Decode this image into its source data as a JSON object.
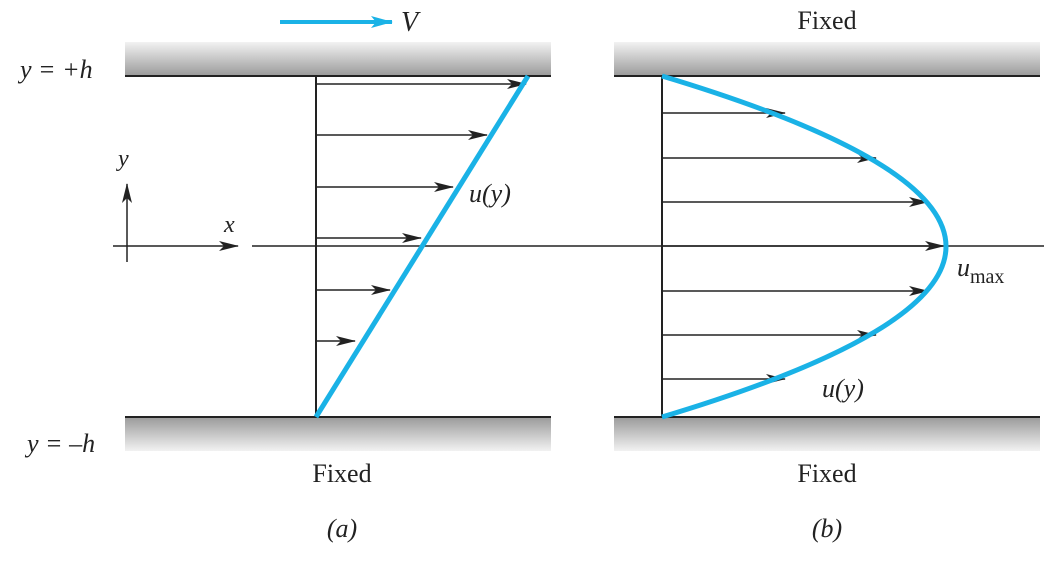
{
  "labels": {
    "plate_velocity": "V",
    "y_top": "y = +h",
    "y_bottom": "y = –h",
    "axis_y": "y",
    "axis_x": "x",
    "profile_a": "u(y)",
    "profile_b": "u(y)",
    "umax_u": "u",
    "umax_sub": "max",
    "top_plate_b": "Fixed",
    "bottom_plate_a": "Fixed",
    "bottom_plate_b": "Fixed",
    "caption_a": "(a)",
    "caption_b": "(b)"
  },
  "colors": {
    "profile": "#1ab2e6",
    "arrows": "#222222",
    "plate_light": "#e2e2e2",
    "plate_dark": "#9a9a9a"
  },
  "icons": {
    "velocity_arrow": "arrow-right-icon",
    "axis_arrows": "axis-arrow-icon"
  }
}
